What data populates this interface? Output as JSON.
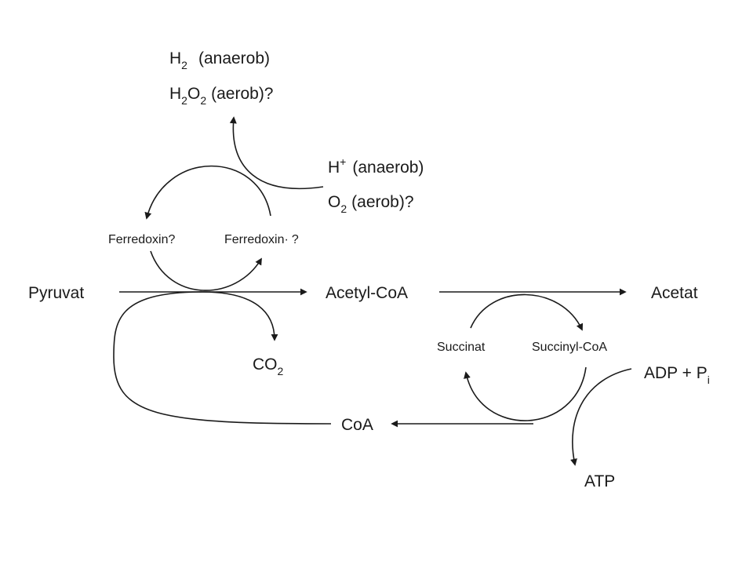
{
  "colors": {
    "ink": "#1a1a1a",
    "background": "#ffffff"
  },
  "labels": {
    "pyruvat": "Pyruvat",
    "acetyl_coa": "Acetyl-CoA",
    "acetat": "Acetat",
    "co2": "CO",
    "co2_sub": "2",
    "coa": "CoA",
    "atp": "ATP",
    "adp": "ADP + P",
    "adp_sub": "i",
    "succinat": "Succinat",
    "succinyl_coa": "Succinyl-CoA",
    "ferredoxin_ox": "Ferredoxin?",
    "ferredoxin_red": "Ferredoxin",
    "ferredoxin_red_mark": "·",
    "ferredoxin_red_q": "?",
    "h2_main": "H",
    "h2_sub": "2",
    "h2_note": "(anaerob)",
    "h2o2_h": "H",
    "h2o2_sub1": "2",
    "h2o2_o": "O",
    "h2o2_sub2": "2",
    "h2o2_note": "(aerob)?",
    "hplus_main": "H",
    "hplus_sup": "+",
    "hplus_note": "(anaerob)",
    "o2_main": "O",
    "o2_sub": "2",
    "o2_note": "(aerob)?"
  }
}
